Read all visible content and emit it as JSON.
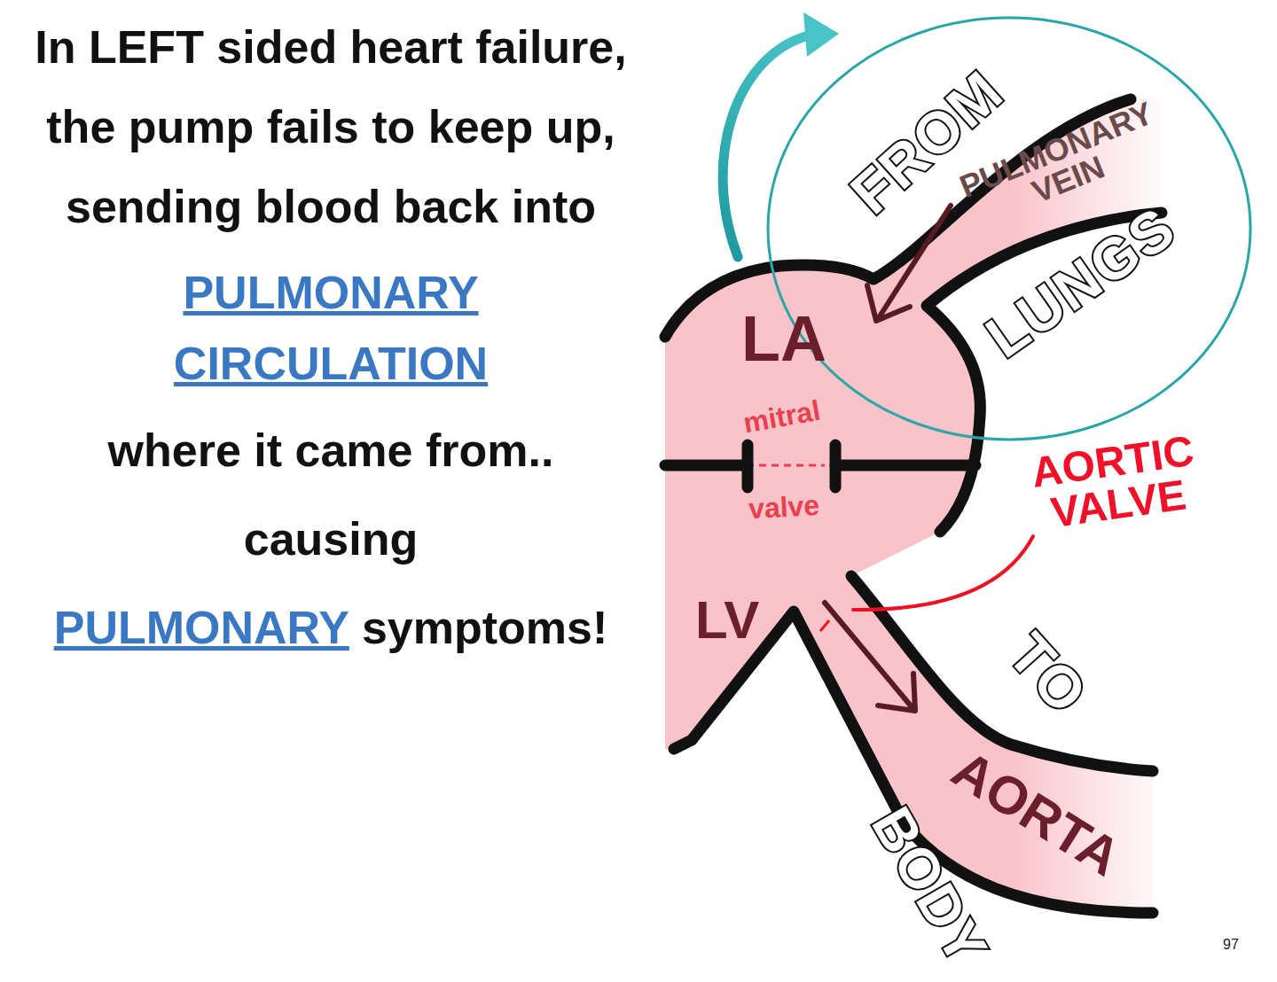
{
  "diagram": {
    "labels": [
      "In LEFT sided heart failure, the pump fails to keep up, sending blood back into",
      "PULMONARY CIRCULATION",
      "where it came from.. causing",
      "PULMONARY",
      "symptoms!",
      "FROM",
      "PULMONARY VEIN",
      "LUNGS",
      "LA",
      "mitral",
      "valve",
      "AORTIC VALVE",
      "LV",
      "TO",
      "AORTA",
      "BODY",
      "97"
    ]
  }
}
